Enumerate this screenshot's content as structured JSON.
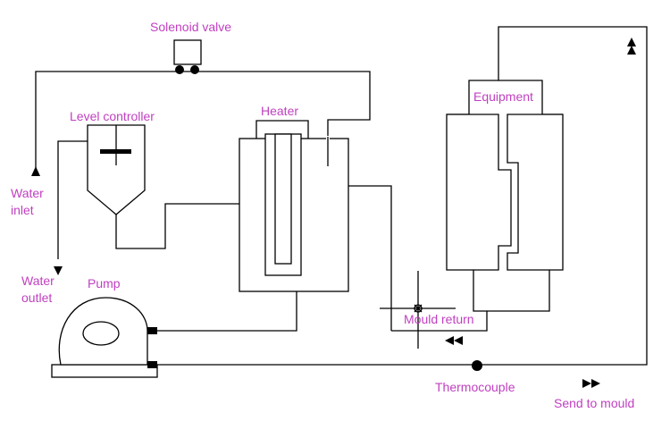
{
  "labels": {
    "solenoid_valve": "Solenoid valve",
    "level_controller": "Level controller",
    "heater": "Heater",
    "equipment": "Equipment",
    "water_inlet_line1": "Water",
    "water_inlet_line2": "inlet",
    "water_outlet_line1": "Water",
    "water_outlet_line2": "outlet",
    "pump": "Pump",
    "mould_return": "Mould return",
    "thermocouple": "Thermocouple",
    "send_to_mould": "Send to mould"
  },
  "colors": {
    "label": "#c040c0",
    "line": "#000000",
    "background": "#ffffff"
  }
}
